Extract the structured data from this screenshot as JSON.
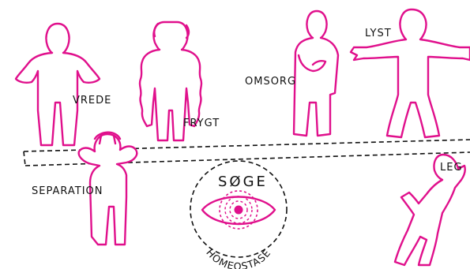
{
  "colors": {
    "figure": "#e0108c",
    "ink": "#111111",
    "background": "#ffffff"
  },
  "labels": {
    "vrede": "VREDE",
    "frygt": "FRYGT",
    "omsorg": "OMSORG",
    "lyst": "LYST",
    "separation": "SEPARATION",
    "leg": "LEG",
    "soege": "SØGE",
    "homeostase": "HOMEOSTASE"
  },
  "icons": [
    "eye-icon",
    "target-icon"
  ]
}
